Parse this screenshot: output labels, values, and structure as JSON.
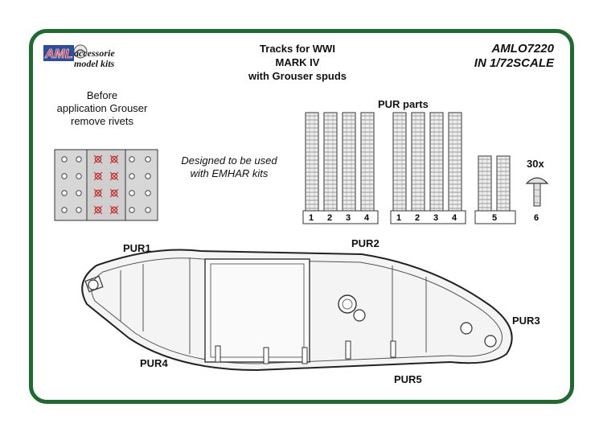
{
  "logo": {
    "brand": "AML",
    "line1": "accessorie",
    "line2": "model kits"
  },
  "title": {
    "line1": "Tracks for WWI",
    "line2": "MARK IV",
    "line3": "with Grouser spuds"
  },
  "code": {
    "line1": "AMLO7220",
    "line2": "IN 1/72SCALE"
  },
  "note": {
    "line1": "Before",
    "line2": "application Grouser",
    "line3": "remove rivets"
  },
  "design": {
    "line1": "Designed to be used",
    "line2": "with EMHAR kits"
  },
  "pur_parts": {
    "title": "PUR parts",
    "nums": [
      "1",
      "2",
      "3",
      "4",
      "1",
      "2",
      "3",
      "4",
      "5"
    ],
    "extra_num": "6",
    "qty": "30x"
  },
  "parts": {
    "pur1": "PUR1",
    "pur2": "PUR2",
    "pur3": "PUR3",
    "pur4": "PUR4",
    "pur5": "PUR5"
  },
  "colors": {
    "frame": "#1f6b2f",
    "logo_blue": "#2a4fa0",
    "logo_red": "#d8262a",
    "rivet_red": "#c62828"
  }
}
